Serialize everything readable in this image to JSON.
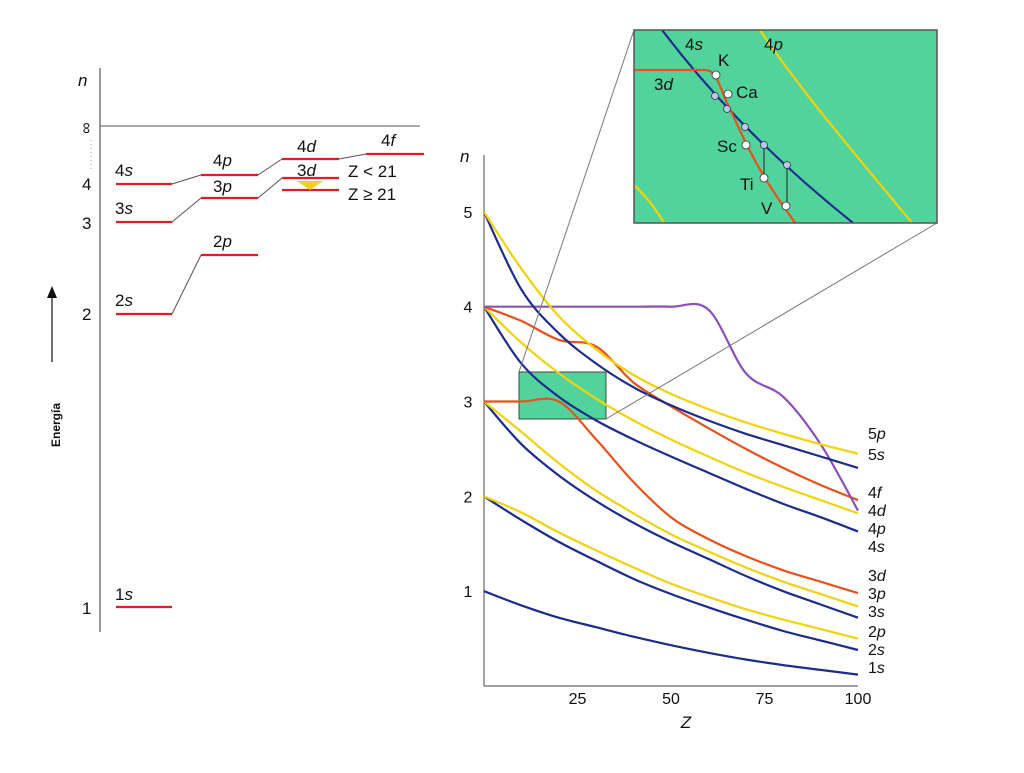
{
  "left_diagram": {
    "axis_label": "n",
    "energy_label": "Energía",
    "ionization_symbol": "∞",
    "n_ticks": [
      "1",
      "2",
      "3",
      "4"
    ],
    "levels": [
      {
        "n": "1",
        "l": "s"
      },
      {
        "n": "2",
        "l": "s"
      },
      {
        "n": "2",
        "l": "p"
      },
      {
        "n": "3",
        "l": "s"
      },
      {
        "n": "3",
        "l": "p"
      },
      {
        "n": "3",
        "l": "d"
      },
      {
        "n": "4",
        "l": "s"
      },
      {
        "n": "4",
        "l": "p"
      },
      {
        "n": "4",
        "l": "d"
      },
      {
        "n": "4",
        "l": "f"
      }
    ],
    "condition_lt": "Z < 21",
    "condition_ge": "Z ≥ 21"
  },
  "right_chart": {
    "ylabel": "n",
    "xlabel": "Z",
    "xticks": [
      "25",
      "50",
      "75",
      "100"
    ],
    "yticks": [
      "1",
      "2",
      "3",
      "4",
      "5"
    ],
    "series_labels": [
      {
        "n": "5",
        "l": "p"
      },
      {
        "n": "5",
        "l": "s"
      },
      {
        "n": "4",
        "l": "f"
      },
      {
        "n": "4",
        "l": "d"
      },
      {
        "n": "4",
        "l": "p"
      },
      {
        "n": "4",
        "l": "s"
      },
      {
        "n": "3",
        "l": "d"
      },
      {
        "n": "3",
        "l": "p"
      },
      {
        "n": "3",
        "l": "s"
      },
      {
        "n": "2",
        "l": "p"
      },
      {
        "n": "2",
        "l": "s"
      },
      {
        "n": "1",
        "l": "s"
      }
    ]
  },
  "inset": {
    "curve_labels": [
      {
        "n": "4",
        "l": "s"
      },
      {
        "n": "4",
        "l": "p"
      },
      {
        "n": "3",
        "l": "d"
      }
    ],
    "elements": [
      "K",
      "Ca",
      "Sc",
      "Ti",
      "V"
    ]
  },
  "colors": {
    "s_orbital": "#1c2c8c",
    "p_orbital": "#f2d20a",
    "d_orbital": "#e8521a",
    "f_orbital": "#8a4fb8",
    "level_line": "#e02020",
    "inset_bg": "#52d39c",
    "arrow_marker": "#f0d020"
  },
  "chart_data": {
    "type": "line",
    "title": "",
    "xlabel": "Z",
    "ylabel": "n",
    "xlim": [
      0,
      100
    ],
    "ylim": [
      0,
      5.6
    ],
    "x": [
      0,
      10,
      20,
      30,
      40,
      50,
      60,
      70,
      80,
      90,
      100
    ],
    "series": [
      {
        "name": "1s",
        "values": [
          1.0,
          0.85,
          0.72,
          0.62,
          0.52,
          0.43,
          0.35,
          0.28,
          0.22,
          0.17,
          0.12
        ]
      },
      {
        "name": "2s",
        "values": [
          2.0,
          1.75,
          1.52,
          1.32,
          1.13,
          0.97,
          0.83,
          0.7,
          0.58,
          0.48,
          0.38
        ]
      },
      {
        "name": "2p",
        "values": [
          2.0,
          1.83,
          1.62,
          1.43,
          1.25,
          1.08,
          0.94,
          0.81,
          0.7,
          0.6,
          0.5
        ]
      },
      {
        "name": "3s",
        "values": [
          3.0,
          2.55,
          2.22,
          1.95,
          1.72,
          1.52,
          1.34,
          1.16,
          1.0,
          0.86,
          0.72
        ]
      },
      {
        "name": "3p",
        "values": [
          3.0,
          2.68,
          2.35,
          2.06,
          1.82,
          1.6,
          1.42,
          1.25,
          1.1,
          0.97,
          0.84
        ]
      },
      {
        "name": "3d",
        "values": [
          3.0,
          3.0,
          3.0,
          2.6,
          2.15,
          1.78,
          1.55,
          1.37,
          1.22,
          1.1,
          0.98
        ]
      },
      {
        "name": "4s",
        "values": [
          4.0,
          3.4,
          3.05,
          2.8,
          2.6,
          2.42,
          2.25,
          2.08,
          1.92,
          1.78,
          1.63
        ]
      },
      {
        "name": "4p",
        "values": [
          4.0,
          3.62,
          3.3,
          3.03,
          2.8,
          2.6,
          2.42,
          2.25,
          2.1,
          1.96,
          1.82
        ]
      },
      {
        "name": "4d",
        "values": [
          4.0,
          3.85,
          3.65,
          3.58,
          3.2,
          2.95,
          2.72,
          2.5,
          2.3,
          2.12,
          1.96
        ]
      },
      {
        "name": "4f",
        "values": [
          4.0,
          4.0,
          4.0,
          4.0,
          4.0,
          4.0,
          3.97,
          3.3,
          3.05,
          2.55,
          1.85
        ]
      },
      {
        "name": "5s",
        "values": [
          5.0,
          4.18,
          3.72,
          3.4,
          3.15,
          2.96,
          2.8,
          2.66,
          2.54,
          2.42,
          2.3
        ]
      },
      {
        "name": "5p",
        "values": [
          5.0,
          4.4,
          3.9,
          3.55,
          3.28,
          3.08,
          2.92,
          2.78,
          2.66,
          2.55,
          2.45
        ]
      }
    ]
  }
}
